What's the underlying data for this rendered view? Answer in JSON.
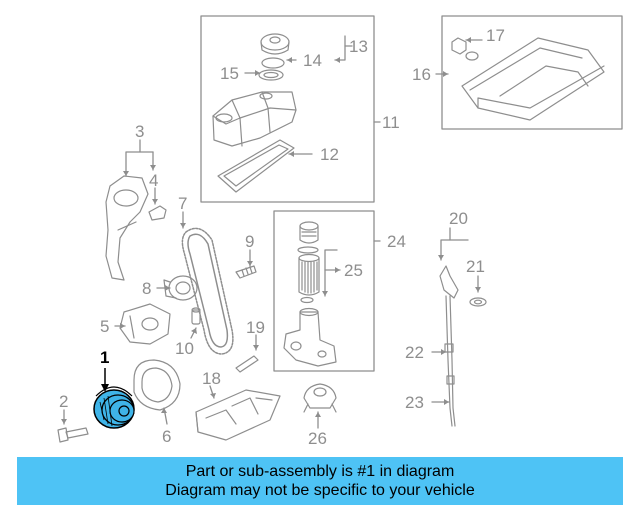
{
  "labels": {
    "n1": "1",
    "n2": "2",
    "n3": "3",
    "n4": "4",
    "n5": "5",
    "n6": "6",
    "n7": "7",
    "n8": "8",
    "n9": "9",
    "n10": "10",
    "n11": "11",
    "n12": "12",
    "n13": "13",
    "n14": "14",
    "n15": "15",
    "n16": "16",
    "n17": "17",
    "n18": "18",
    "n19": "19",
    "n20": "20",
    "n21": "21",
    "n22": "22",
    "n23": "23",
    "n24": "24",
    "n25": "25",
    "n26": "26"
  },
  "banner": {
    "line1": "Part or sub-assembly is #1 in diagram",
    "line2": "Diagram may not be specific to your vehicle"
  },
  "colors": {
    "banner_bg": "#4ec3f5",
    "highlight": "#3fb4e8",
    "line_art": "#8e8e8e"
  }
}
